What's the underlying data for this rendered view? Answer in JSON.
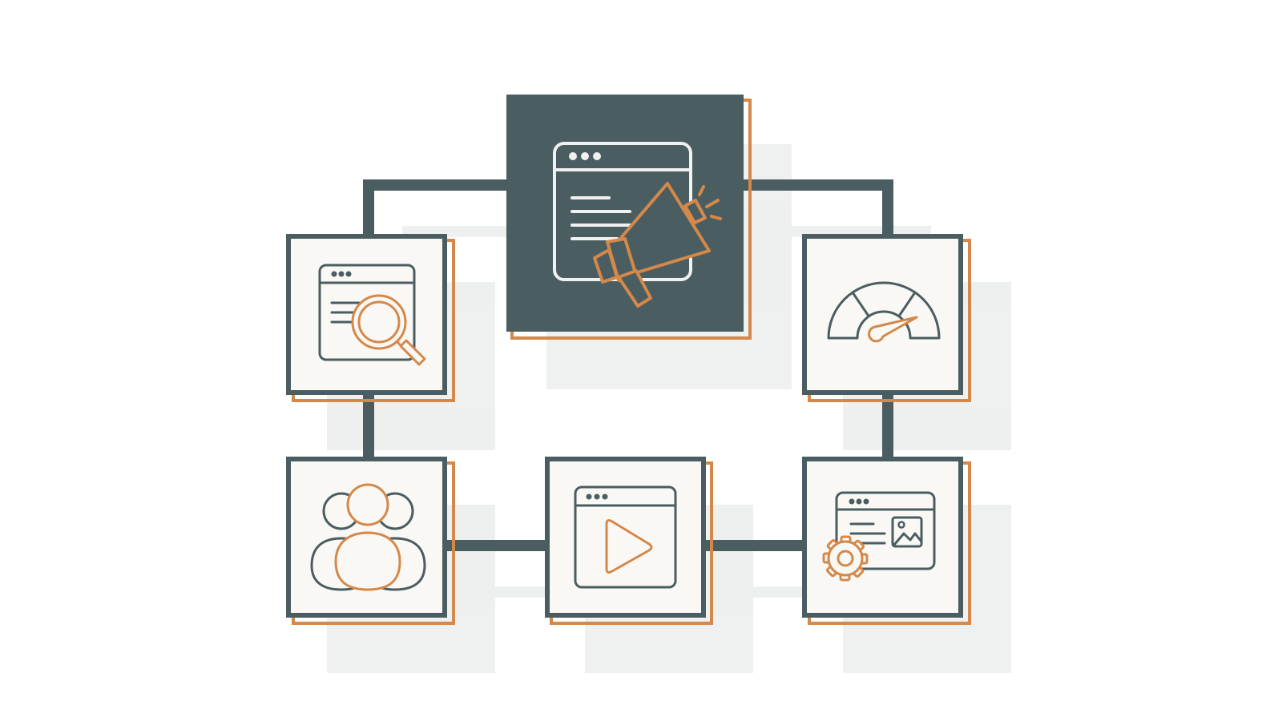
{
  "colors": {
    "background": "#ffffff",
    "dark": "#4a5d60",
    "accent": "#d4884a",
    "tile_fill": "#faf8f5",
    "shadow": "#e9eceb",
    "light_stroke": "#f1f1f1"
  },
  "nodes": [
    {
      "id": "promotion",
      "icon": "megaphone-browser-icon",
      "highlighted": true
    },
    {
      "id": "seo",
      "icon": "browser-magnifier-icon",
      "highlighted": false
    },
    {
      "id": "performance",
      "icon": "speedometer-icon",
      "highlighted": false
    },
    {
      "id": "audience",
      "icon": "people-group-icon",
      "highlighted": false
    },
    {
      "id": "video",
      "icon": "browser-play-icon",
      "highlighted": false
    },
    {
      "id": "content-settings",
      "icon": "browser-gear-icon",
      "highlighted": false
    }
  ],
  "connections": [
    [
      "promotion",
      "seo"
    ],
    [
      "promotion",
      "performance"
    ],
    [
      "seo",
      "audience"
    ],
    [
      "performance",
      "content-settings"
    ],
    [
      "audience",
      "video"
    ],
    [
      "video",
      "content-settings"
    ]
  ]
}
